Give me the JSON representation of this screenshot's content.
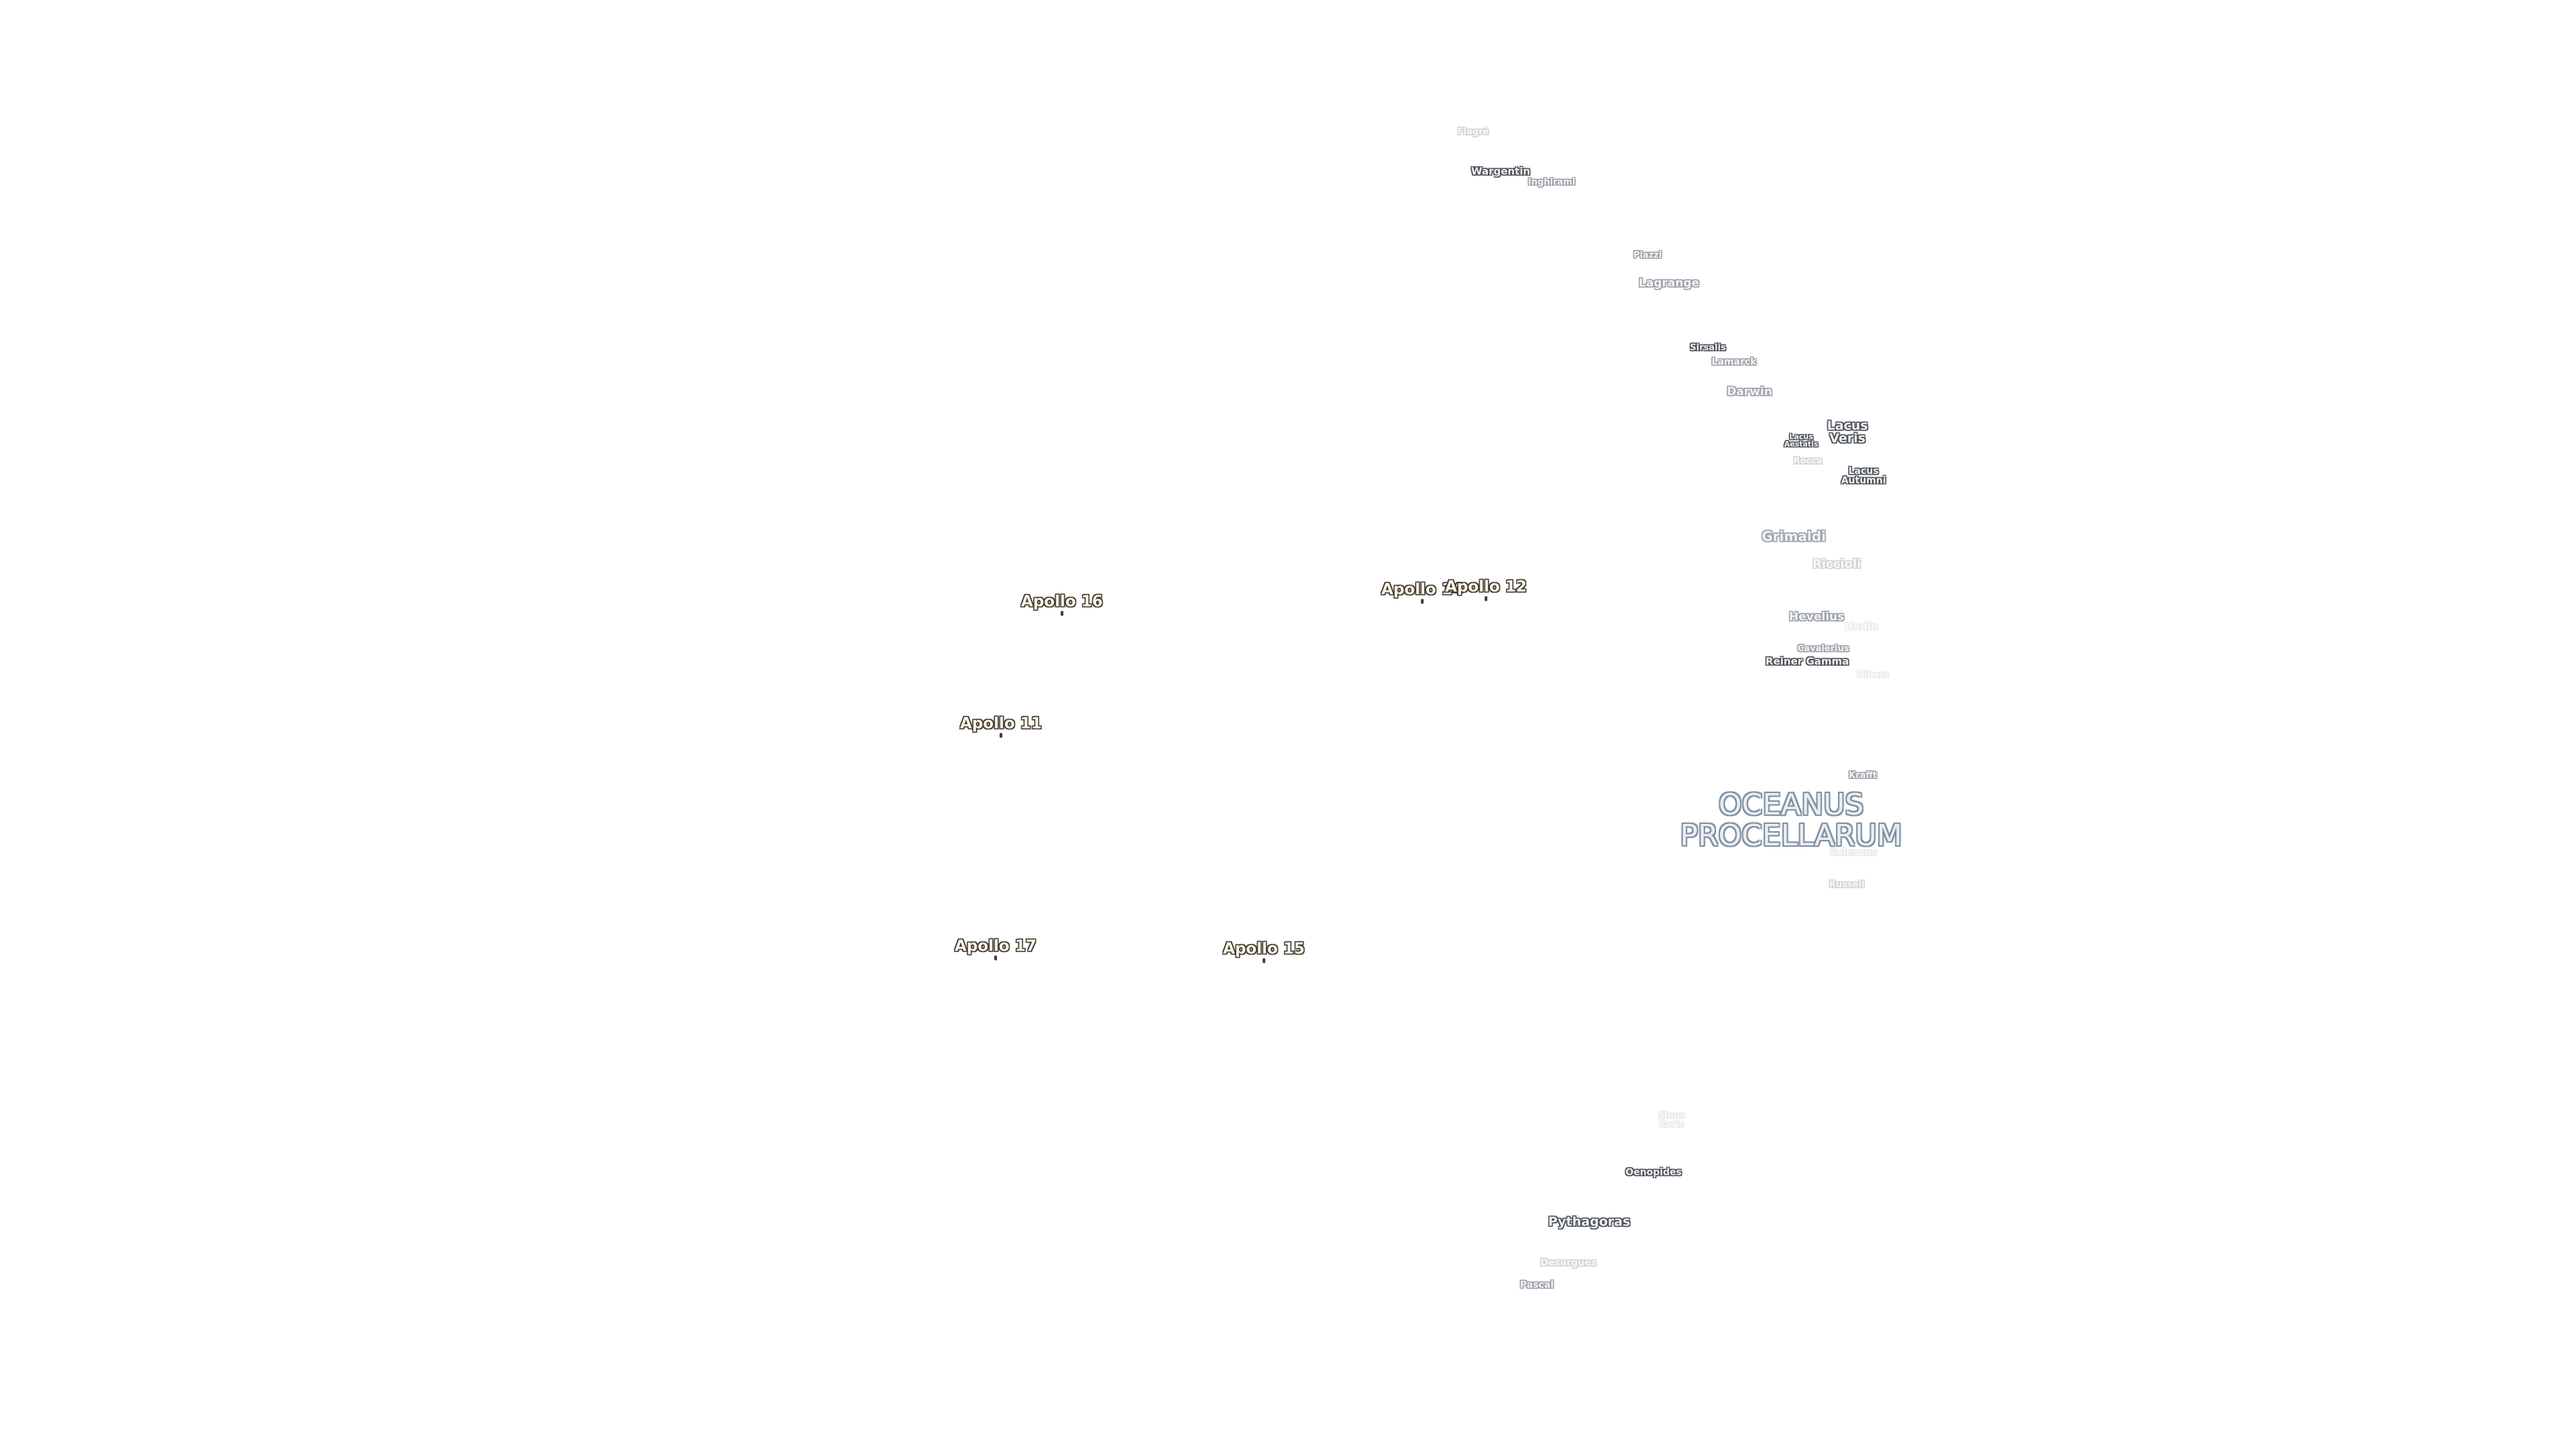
{
  "map": {
    "sea_label": "OCEANUS\nPROCELLARUM",
    "features": [
      {
        "name": "Flagrè"
      },
      {
        "name": "Wargentin"
      },
      {
        "name": "Inghirami"
      },
      {
        "name": "Piazzi"
      },
      {
        "name": "Lagrange"
      },
      {
        "name": "Sirsalis"
      },
      {
        "name": "Lamarck"
      },
      {
        "name": "Darwin"
      },
      {
        "name": "Lacus\nVeris"
      },
      {
        "name": "Lacus\nAestatis"
      },
      {
        "name": "Rocca"
      },
      {
        "name": "Lacus\nAutumni"
      },
      {
        "name": "Grimaldi"
      },
      {
        "name": "Riccioli"
      },
      {
        "name": "Hevelius"
      },
      {
        "name": "Hedin"
      },
      {
        "name": "Cavalerius"
      },
      {
        "name": "Reiner Gamma"
      },
      {
        "name": "Olbers"
      },
      {
        "name": "Krafft"
      },
      {
        "name": "Seleucus"
      },
      {
        "name": "Russell"
      },
      {
        "name": "Sinus\nRoris"
      },
      {
        "name": "Oenopides"
      },
      {
        "name": "Pythagoras"
      },
      {
        "name": "Desargues"
      },
      {
        "name": "Pascal"
      }
    ],
    "apollo_sites": [
      {
        "name": "Apollo 16"
      },
      {
        "name": "Apollo 14"
      },
      {
        "name": "Apollo 12"
      },
      {
        "name": "Apollo 11"
      },
      {
        "name": "Apollo 17"
      },
      {
        "name": "Apollo 15"
      }
    ],
    "colors": {
      "background": "#ffffff",
      "feature_halo_dark": "#4a4f55",
      "feature_halo_mid": "#9aa0a6",
      "sea_halo": "#7f8fa0",
      "apollo_text": "#fbf3e3",
      "apollo_halo": "#3e3a34"
    }
  }
}
